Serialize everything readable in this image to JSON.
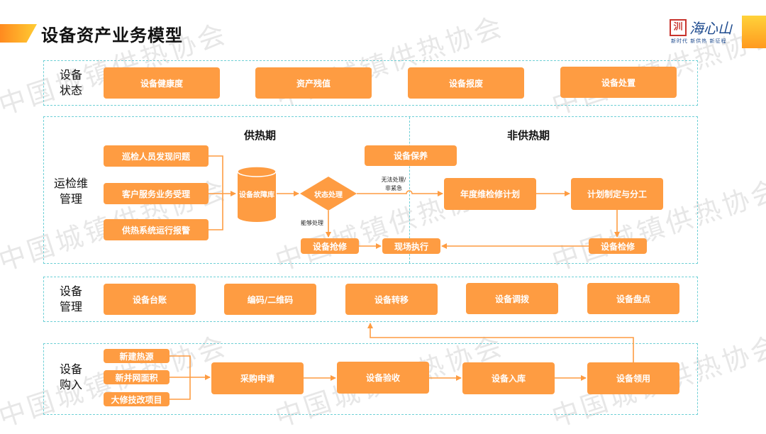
{
  "page": {
    "title": "设备资产业务模型",
    "logo": {
      "seal": "汌",
      "name": "海心山",
      "subtitle": "新时代 新供热 新征程"
    },
    "watermark": "中国城镇供热协会"
  },
  "colors": {
    "box": "#fe9c42",
    "accent_gradient": [
      "#ff8a1f",
      "#ffcc33"
    ],
    "section_border": "#6fd0d6",
    "logo_blue": "#1d4a8e",
    "logo_red": "#c8342d"
  },
  "sections": {
    "status": {
      "label_line1": "设备",
      "label_line2": "状态",
      "items": [
        "设备健康度",
        "资产残值",
        "设备报废",
        "设备处置"
      ]
    },
    "maintenance": {
      "label_line1": "运检维",
      "label_line2": "管理",
      "heating_period": "供热期",
      "non_heating_period": "非供热期",
      "sources": [
        "巡检人员发现问题",
        "客户服务业务受理",
        "供热系统运行报警"
      ],
      "fault_db": "设备故障库",
      "decision": "状态处理",
      "branch_cannot_line1": "无法处理/",
      "branch_cannot_line2": "非紧急",
      "branch_can": "能够处理",
      "upkeep": "设备保养",
      "emergency_repair": "设备抢修",
      "onsite_execution": "现场执行",
      "annual_plan": "年度维检修计划",
      "plan_assign": "计划制定与分工",
      "overhaul": "设备检修"
    },
    "management": {
      "label_line1": "设备",
      "label_line2": "管理",
      "items": [
        "设备台账",
        "编码/二维码",
        "设备转移",
        "设备调拨",
        "设备盘点"
      ]
    },
    "purchase": {
      "label_line1": "设备",
      "label_line2": "购入",
      "sources": [
        "新建热源",
        "新并网面积",
        "大修技改项目"
      ],
      "flow": [
        "采购申请",
        "设备验收",
        "设备入库",
        "设备领用"
      ]
    }
  }
}
